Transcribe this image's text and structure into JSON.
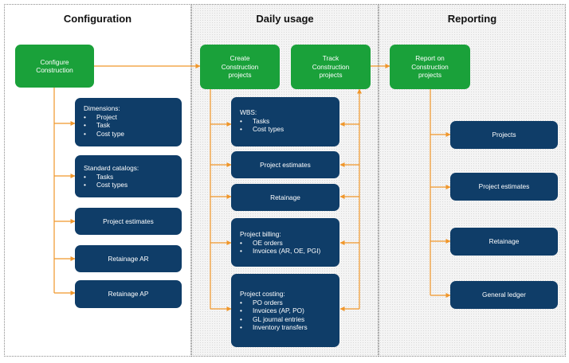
{
  "panels": {
    "configuration": "Configuration",
    "daily_usage": "Daily usage",
    "reporting": "Reporting"
  },
  "nodes": {
    "configure": "Configure\nConstruction",
    "create": "Create\nConstruction\nprojects",
    "track": "Track\nConstruction\nprojects",
    "report": "Report on\nConstruction\nprojects",
    "dimensions": {
      "title": "Dimensions:",
      "items": [
        "Project",
        "Task",
        "Cost type"
      ]
    },
    "catalogs": {
      "title": "Standard catalogs:",
      "items": [
        "Tasks",
        "Cost types"
      ]
    },
    "cfg_estimates": "Project estimates",
    "retainage_ar": "Retainage AR",
    "retainage_ap": "Retainage AP",
    "wbs": {
      "title": "WBS:",
      "items": [
        "Tasks",
        "Cost types"
      ]
    },
    "daily_estimates": "Project estimates",
    "daily_retainage": "Retainage",
    "billing": {
      "title": "Project billing:",
      "items": [
        "OE orders",
        "Invoices (AR, OE, PGI)"
      ]
    },
    "costing": {
      "title": "Project costing:",
      "items": [
        "PO orders",
        "Invoices (AP, PO)",
        "GL journal entries",
        "Inventory transfers"
      ]
    },
    "rep_projects": "Projects",
    "rep_estimates": "Project estimates",
    "rep_retainage": "Retainage",
    "rep_ledger": "General ledger"
  },
  "colors": {
    "green": "#1aa13a",
    "blue": "#0f3d68",
    "arrow": "#f0962a"
  }
}
